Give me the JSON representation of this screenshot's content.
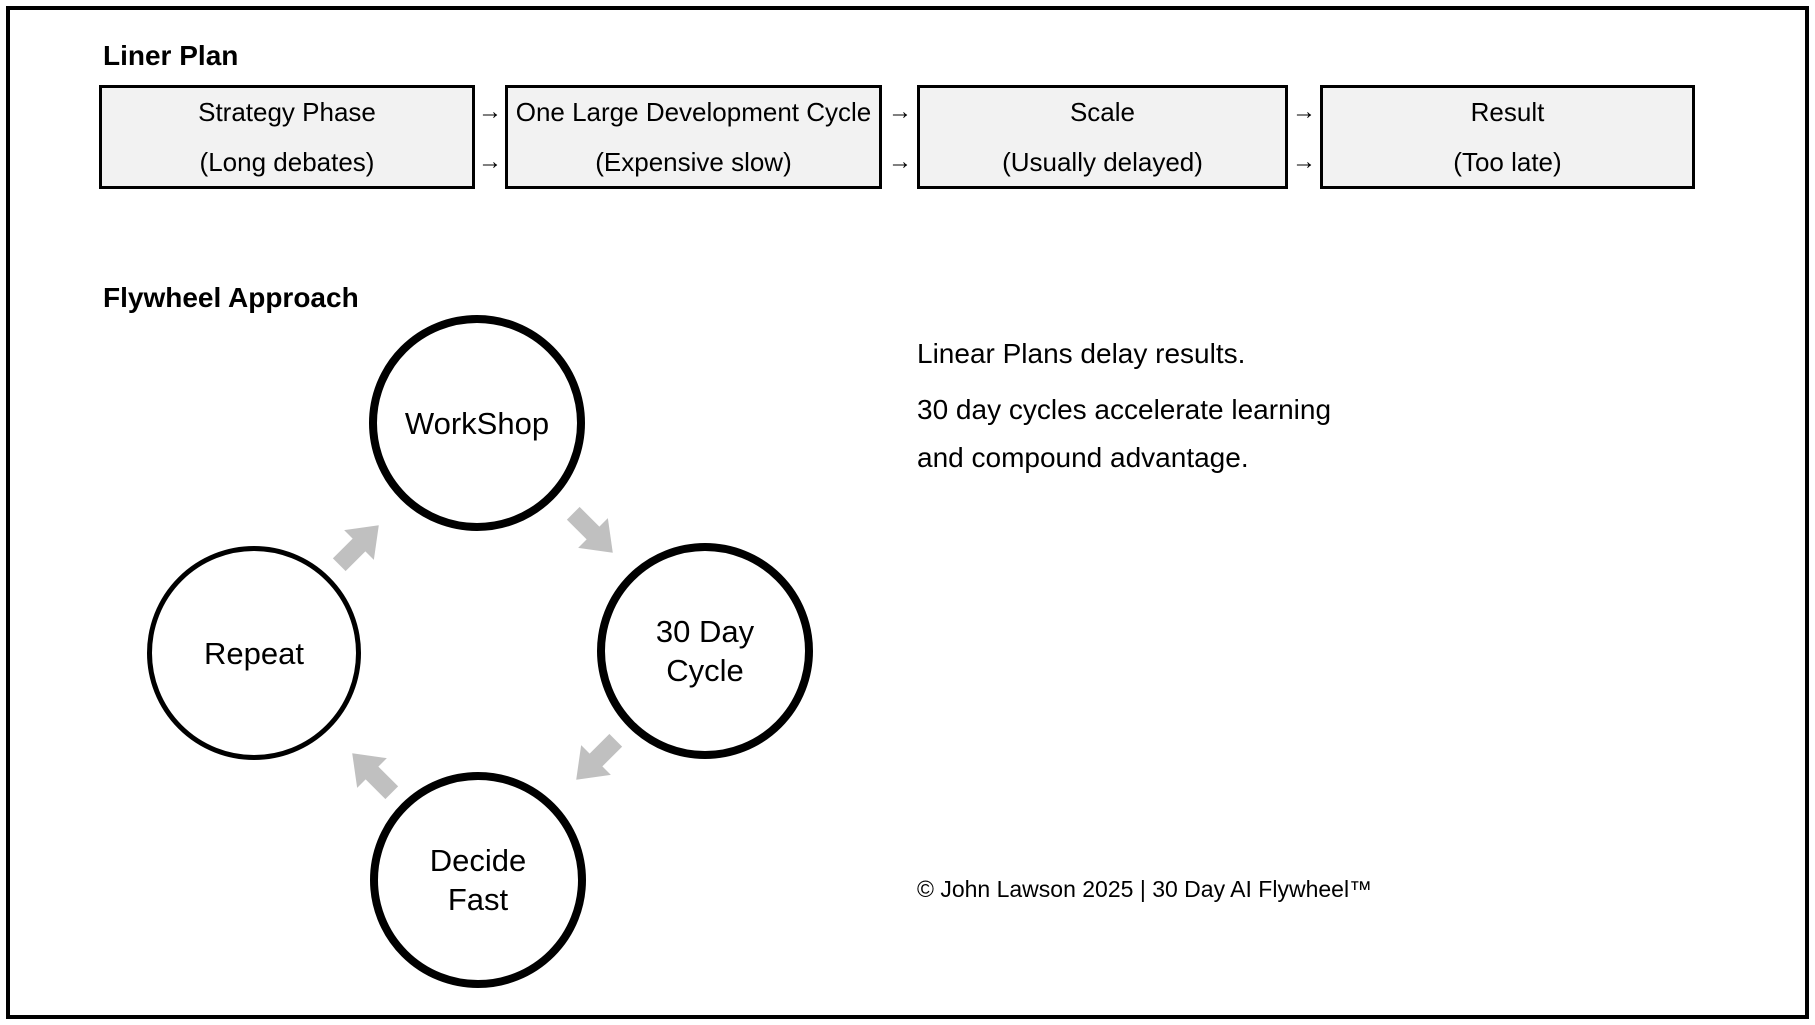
{
  "linear": {
    "title": "Liner Plan",
    "connector_glyph": "→",
    "steps": [
      {
        "name": "Strategy Phase",
        "note": "(Long debates)"
      },
      {
        "name": "One Large Development Cycle",
        "note": "(Expensive slow)"
      },
      {
        "name": "Scale",
        "note": "(Usually delayed)"
      },
      {
        "name": "Result",
        "note": "(Too late)"
      }
    ]
  },
  "flywheel": {
    "title": "Flywheel Approach",
    "nodes": [
      {
        "line1": "WorkShop"
      },
      {
        "line1": "30 Day",
        "line2": "Cycle"
      },
      {
        "line1": "Decide",
        "line2": "Fast"
      },
      {
        "line1": "Repeat"
      }
    ],
    "arrows": [
      "repeat-to-workshop",
      "workshop-to-30-day-cycle",
      "30-day-cycle-to-decide-fast",
      "decide-fast-to-repeat"
    ]
  },
  "aside": {
    "para1": "Linear Plans delay results.",
    "para2_line1": "30 day cycles accelerate learning",
    "para2_line2": "and compound advantage."
  },
  "footer": {
    "copyright": "© John Lawson 2025 | 30 Day AI Flywheel™"
  },
  "colors": {
    "box_fill": "#f2f2f2",
    "box_border": "#000000",
    "circle_stroke": "#000000",
    "cycle_arrow_gray": "#c0c0c0",
    "text": "#000000",
    "background": "#ffffff"
  }
}
